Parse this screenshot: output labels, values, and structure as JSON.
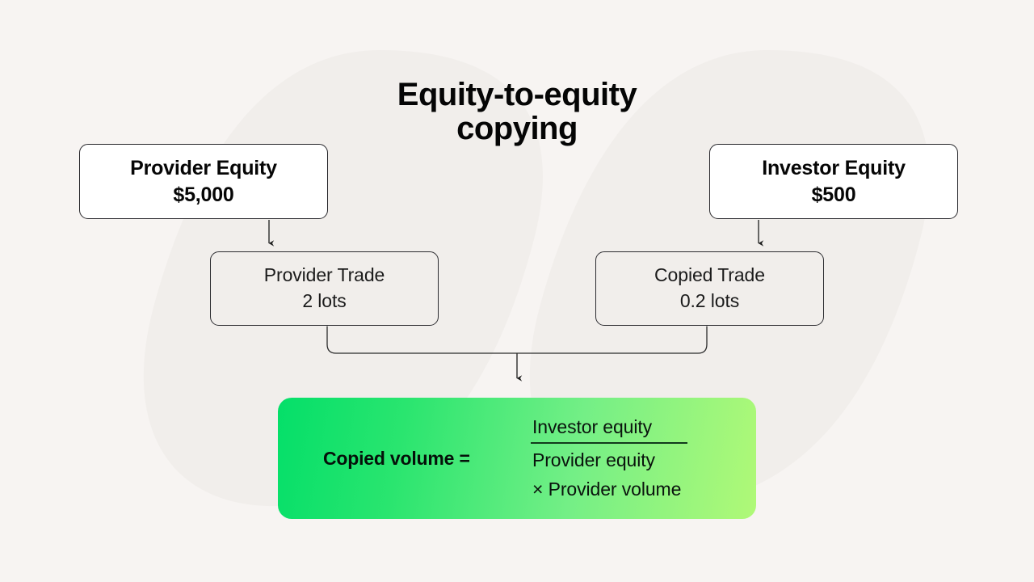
{
  "page": {
    "title_line1": "Equity-to-equity",
    "title_line2": "copying",
    "background_color": "#F7F4F2",
    "watermark_color": "#F1EEEB"
  },
  "nodes": {
    "provider_equity": {
      "label": "Provider Equity",
      "value": "$5,000"
    },
    "investor_equity": {
      "label": "Investor Equity",
      "value": "$500"
    },
    "provider_trade": {
      "label": "Provider Trade",
      "value": "2 lots"
    },
    "copied_trade": {
      "label": "Copied Trade",
      "value": "0.2 lots"
    }
  },
  "formula": {
    "lhs": "Copied volume =",
    "numerator": "Investor equity",
    "denominator": "Provider equity",
    "multiplier": "× Provider volume",
    "gradient_start": "#04DF69",
    "gradient_end": "#B0F977"
  },
  "connectors": {
    "stroke_color": "#2B2B2B",
    "provider_arrow": "provider-equity-to-provider-trade",
    "investor_arrow": "investor-equity-to-copied-trade",
    "merge_arrow": "trades-to-formula"
  }
}
